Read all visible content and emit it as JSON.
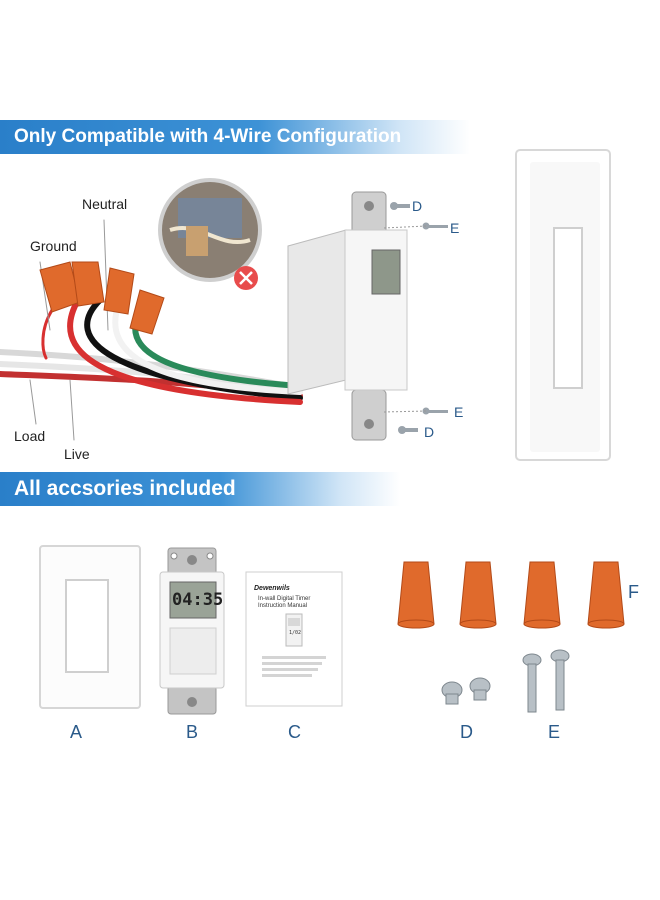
{
  "banners": {
    "compatibility": "Only Compatible with 4-Wire Configuration",
    "accessories": "All accsories included"
  },
  "wires": {
    "neutral": "Neutral",
    "ground": "Ground",
    "load": "Load",
    "live": "Live"
  },
  "callouts": {
    "screw_top": "D",
    "long_screw_top": "E",
    "long_screw_bottom": "E",
    "screw_bottom": "D"
  },
  "parts": {
    "a": "A",
    "b": "B",
    "c": "C",
    "d": "D",
    "e": "E",
    "f": "F"
  },
  "timer": {
    "display_time": "04:35"
  },
  "manual": {
    "brand": "Dewenwils",
    "title": "In-wall Digital Timer Instruction Manual",
    "lcd": "1/02"
  },
  "colors": {
    "banner": "#3a8fd6",
    "wire_nut": "#e06a2c",
    "callout": "#2a5a8a",
    "red_x": "#e84c4c"
  }
}
